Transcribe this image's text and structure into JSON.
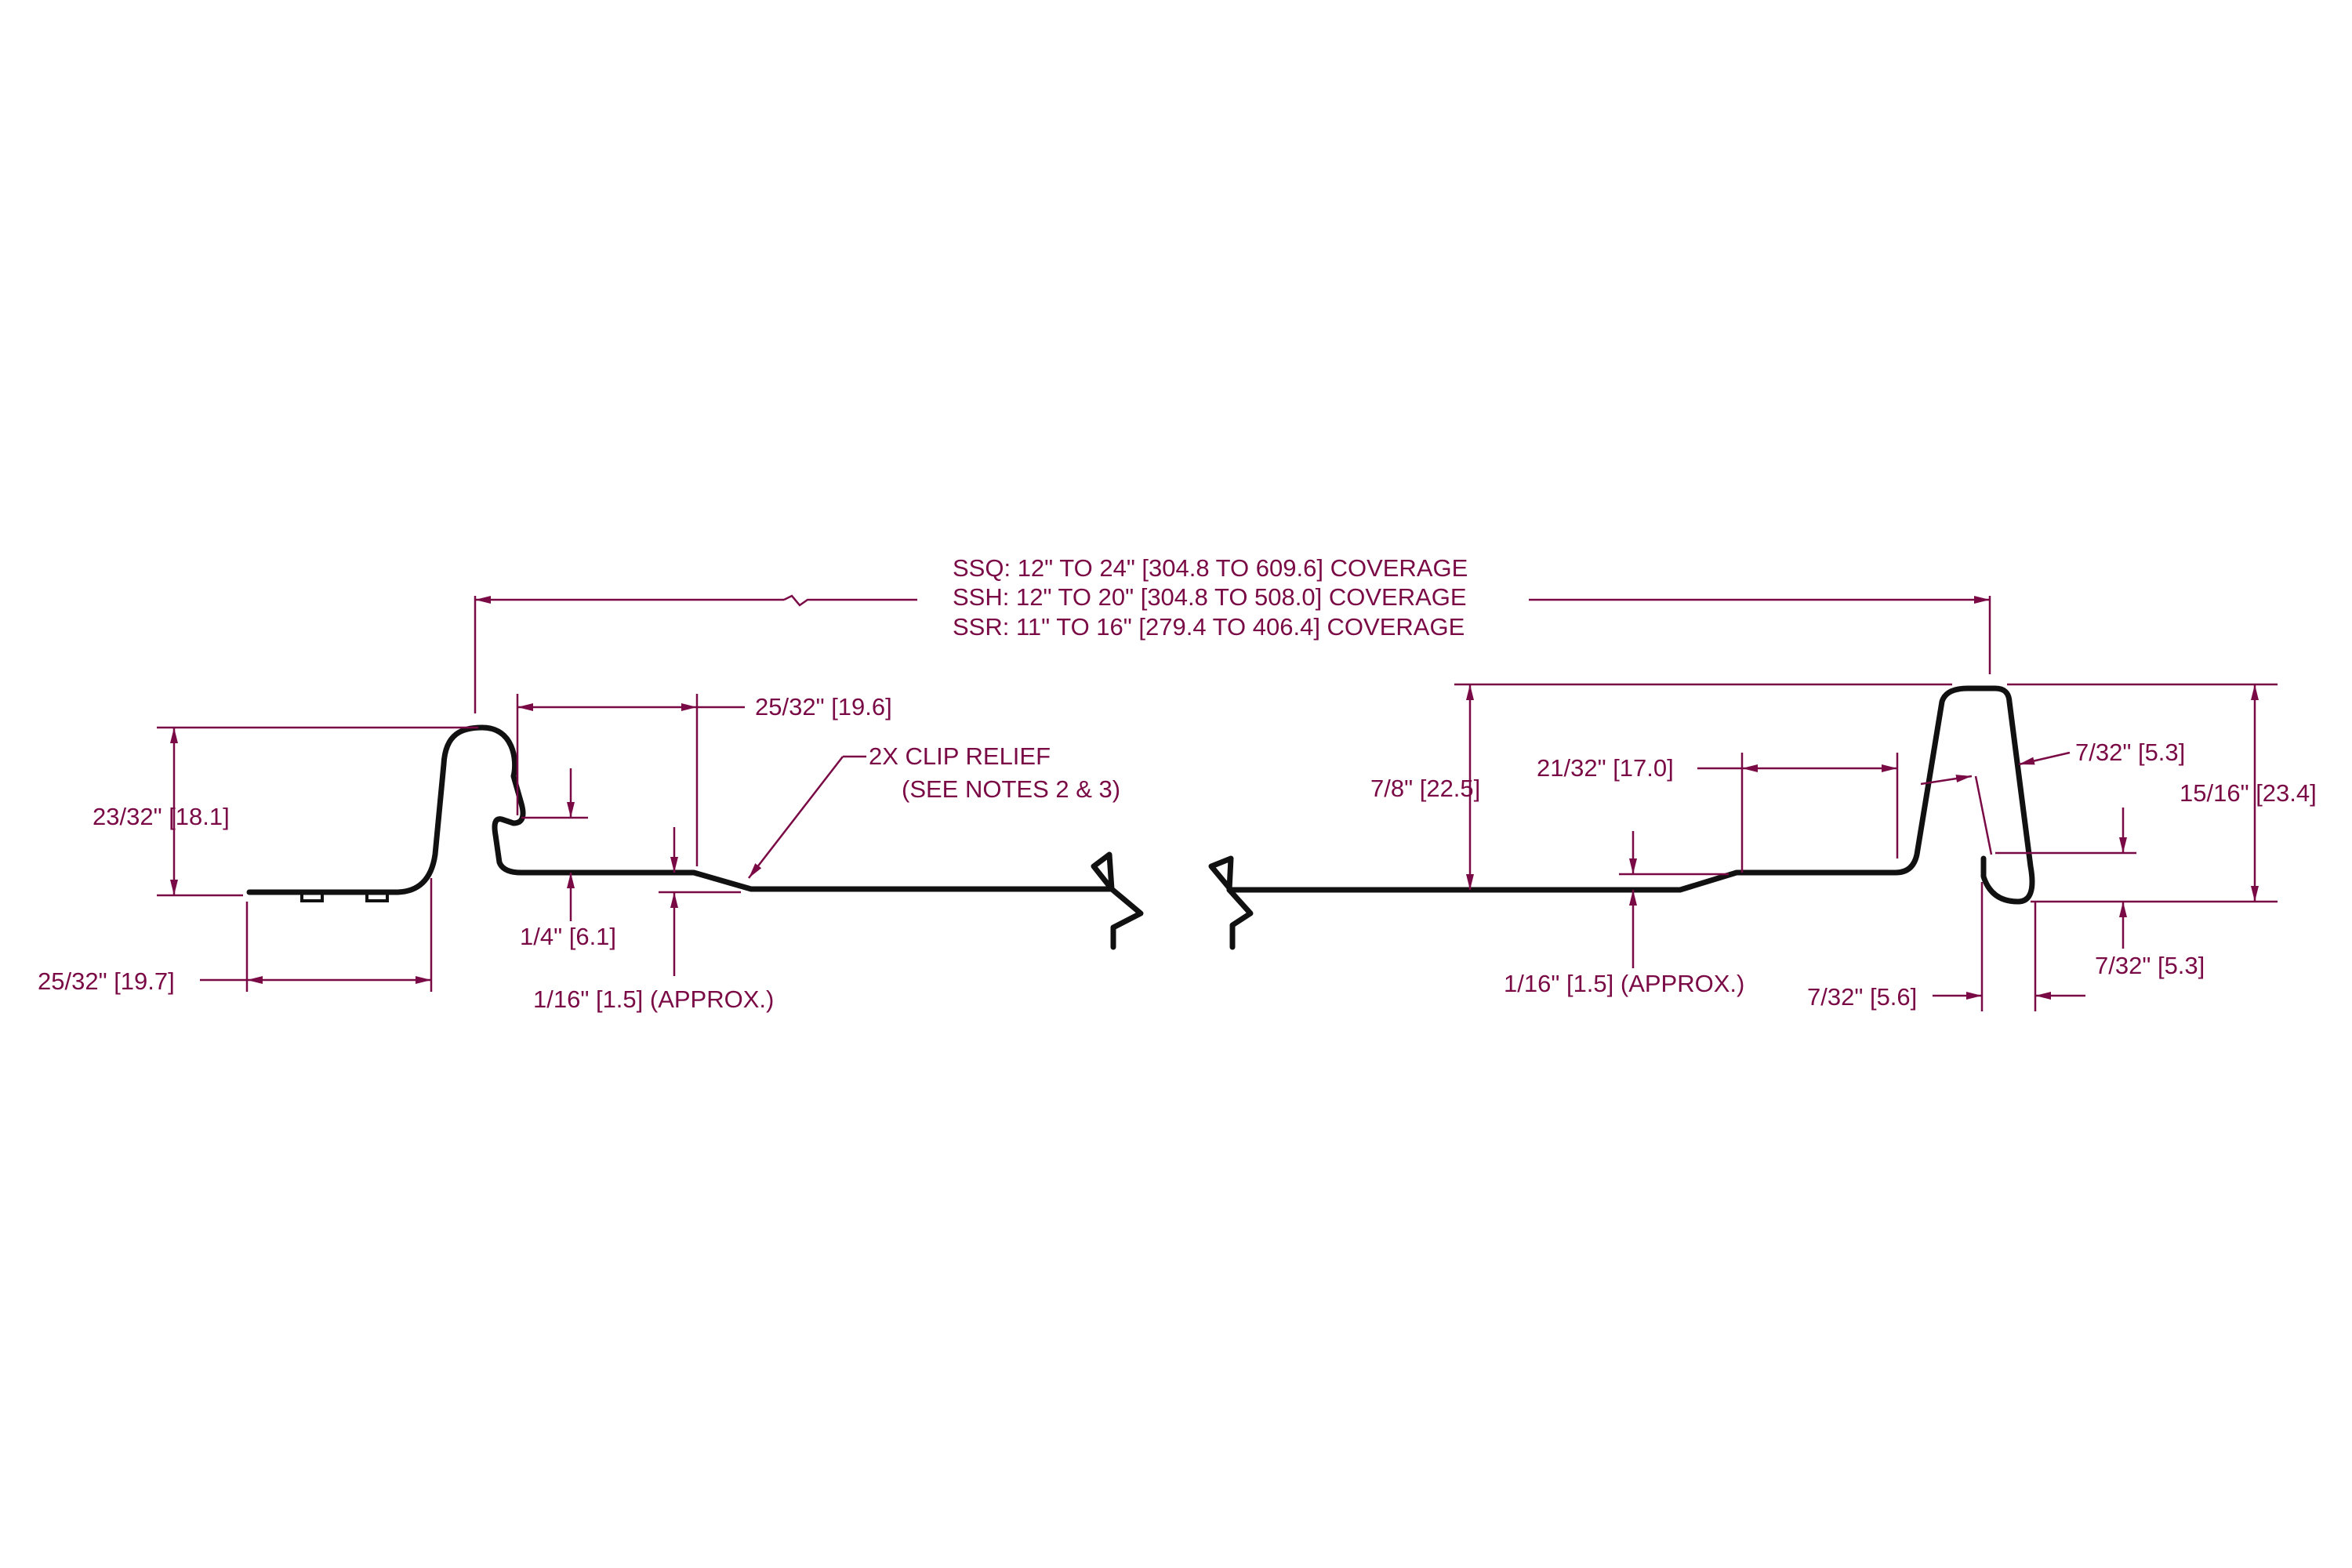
{
  "colors": {
    "dimension": "#7a0a45",
    "profile": "#111111",
    "background": "#ffffff"
  },
  "coverage": {
    "ssq": "SSQ:  12\" TO 24\" [304.8 TO 609.6] COVERAGE",
    "ssh": "SSH:  12\" TO 20\" [304.8 TO 508.0] COVERAGE",
    "ssr": "SSR:  11\" TO 16\" [279.4 TO 406.4] COVERAGE"
  },
  "left": {
    "height_dim": "23/32\" [18.1]",
    "flange_dim": "25/32\" [19.7]",
    "flat_dim": "25/32\" [19.6]",
    "relief_label_1": "2X CLIP RELIEF",
    "relief_label_2": "(SEE NOTES 2 & 3)",
    "offset_dim": "1/4\" [6.1]",
    "relief_depth_dim": "1/16\" [1.5] (APPROX.)"
  },
  "right": {
    "rib_height_dim": "7/8\" [22.5]",
    "flat_dim": "21/32\" [17.0]",
    "hem_top_dim": "7/32\" [5.3]",
    "total_height_dim": "15/16\" [23.4]",
    "hem_bottom_dim": "7/32\" [5.3]",
    "hem_width_dim": "7/32\" [5.6]",
    "relief_depth_dim": "1/16\" [1.5] (APPROX.)"
  }
}
